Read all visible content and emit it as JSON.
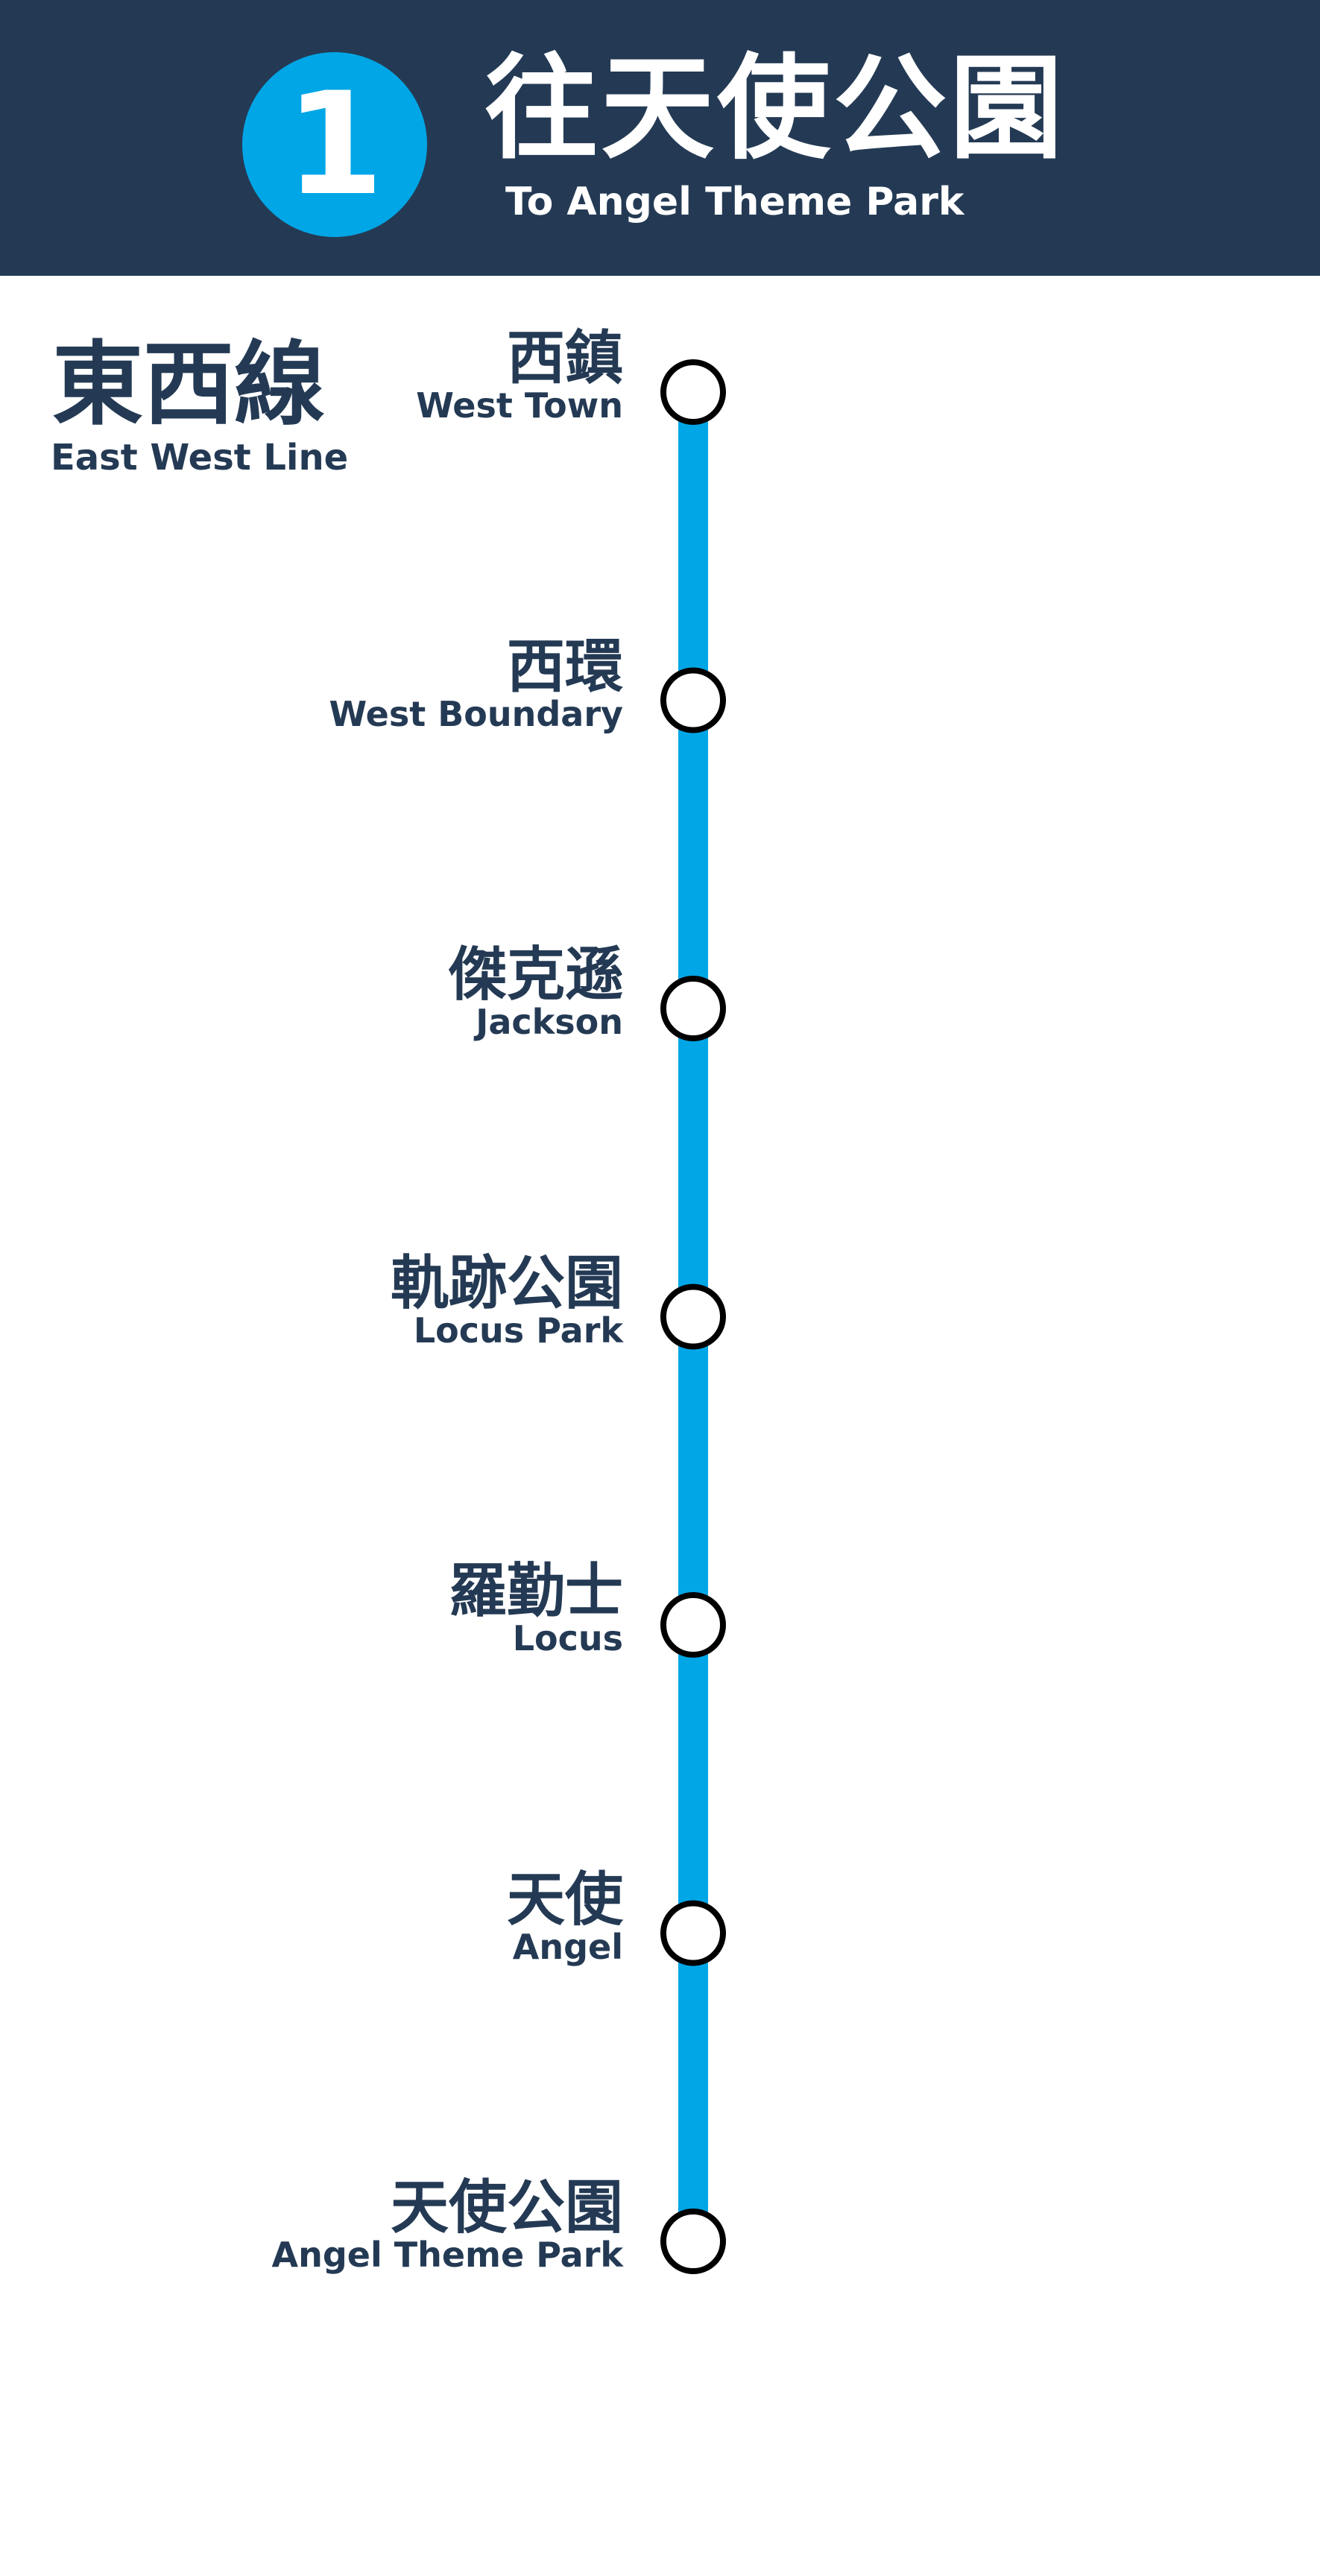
{
  "header": {
    "route_number": "1",
    "destination_zh": "往天使公園",
    "destination_en": "To Angel Theme Park"
  },
  "line": {
    "name_zh": "東西線",
    "name_en": "East West Line"
  },
  "colors": {
    "header_background": "#243a54",
    "route_badge": "#00a6e6",
    "line": "#00a6e6",
    "text": "#243a54",
    "station_stroke": "#000000",
    "station_fill": "#ffffff"
  },
  "stations": [
    {
      "zh": "西鎮",
      "en": "West Town"
    },
    {
      "zh": "西環",
      "en": "West Boundary"
    },
    {
      "zh": "傑克遜",
      "en": "Jackson"
    },
    {
      "zh": "軌跡公園",
      "en": "Locus Park"
    },
    {
      "zh": "羅勤士",
      "en": "Locus"
    },
    {
      "zh": "天使",
      "en": "Angel"
    },
    {
      "zh": "天使公園",
      "en": "Angel Theme Park"
    }
  ]
}
